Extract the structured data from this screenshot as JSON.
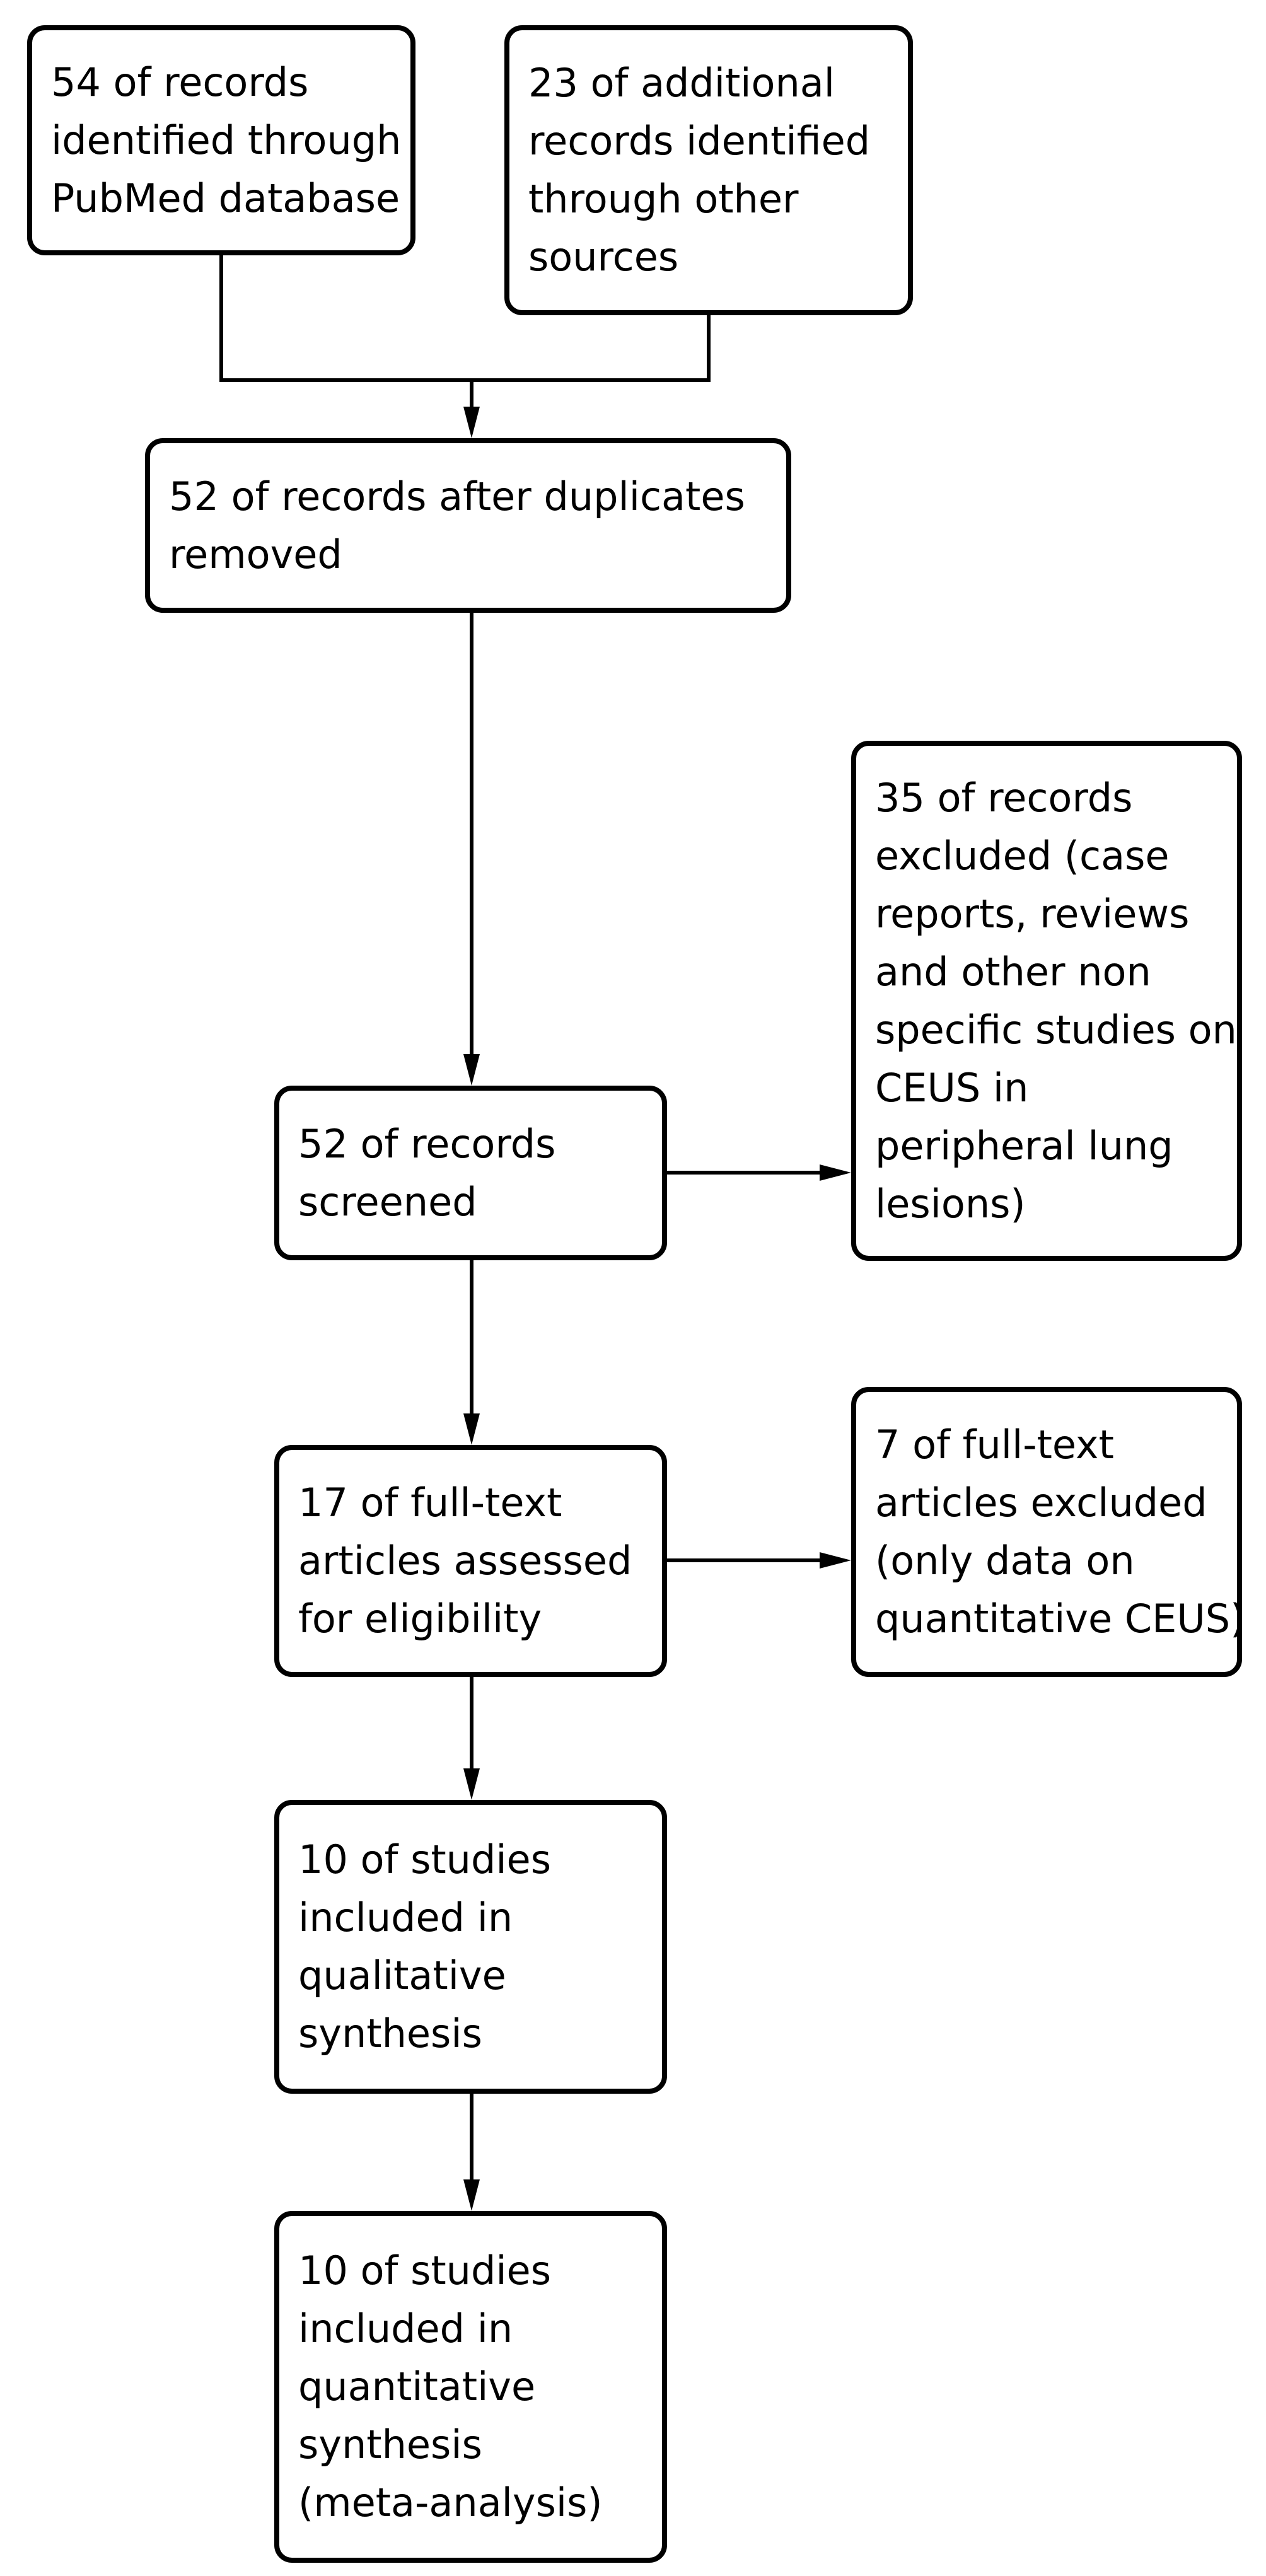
{
  "colors": {
    "background": "#ffffff",
    "box_fill": "#ffffff",
    "box_border": "#000000",
    "connector": "#000000",
    "text": "#000000"
  },
  "diagram": {
    "type": "flowchart",
    "nodes": [
      {
        "id": "records-identified-pubmed",
        "text": "54 of records\nidentified through\nPubMed database"
      },
      {
        "id": "records-additional-sources",
        "text": "23 of additional\nrecords identified\nthrough other\nsources"
      },
      {
        "id": "records-after-duplicates",
        "text": "52 of records after duplicates\nremoved"
      },
      {
        "id": "records-screened",
        "text": "52 of records\nscreened"
      },
      {
        "id": "records-excluded",
        "text": "35 of records\nexcluded (case\nreports, reviews\nand other non\nspecific studies on\nCEUS in\nperipheral lung\nlesions)"
      },
      {
        "id": "fulltext-assessed",
        "text": "17 of full-text\narticles assessed\nfor eligibility"
      },
      {
        "id": "fulltext-excluded",
        "text": "7 of full-text\narticles excluded\n(only data on\nquantitative CEUS)"
      },
      {
        "id": "qualitative-synthesis",
        "text": "10 of studies\nincluded in\nqualitative\nsynthesis"
      },
      {
        "id": "quantitative-synthesis",
        "text": "10 of studies\nincluded in\nquantitative\nsynthesis\n(meta-analysis)"
      }
    ],
    "edges": [
      {
        "from": "records-identified-pubmed",
        "to": "records-after-duplicates"
      },
      {
        "from": "records-additional-sources",
        "to": "records-after-duplicates"
      },
      {
        "from": "records-after-duplicates",
        "to": "records-screened"
      },
      {
        "from": "records-screened",
        "to": "records-excluded"
      },
      {
        "from": "records-screened",
        "to": "fulltext-assessed"
      },
      {
        "from": "fulltext-assessed",
        "to": "fulltext-excluded"
      },
      {
        "from": "fulltext-assessed",
        "to": "qualitative-synthesis"
      },
      {
        "from": "qualitative-synthesis",
        "to": "quantitative-synthesis"
      }
    ]
  }
}
